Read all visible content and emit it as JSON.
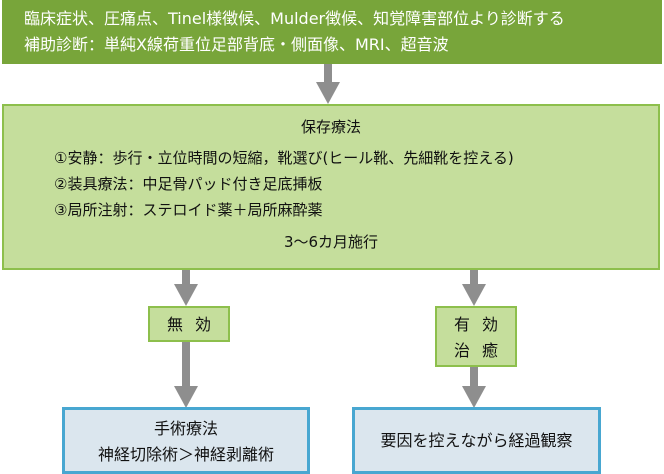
{
  "diagnosis": {
    "line1": "臨床症状、圧痛点、Tinel様徴候、Mulder徴候、知覚障害部位より診断する",
    "line2": "補助診断：単純X線荷重位足部背底・側面像、MRI、超音波"
  },
  "conservative": {
    "title": "保存療法",
    "items": [
      "①安静：歩行・立位時間の短縮，靴選び(ヒール靴、先細靴を控える)",
      "②装具療法：中足骨パッド付き足底挿板",
      "③局所注射：ステロイド薬＋局所麻酔薬"
    ],
    "duration": "3～6カ月施行"
  },
  "ineffective": {
    "label": "無効"
  },
  "effective": {
    "line1": "有効",
    "line2": "治癒"
  },
  "surgery": {
    "title": "手術療法",
    "detail": "神経切除術＞神経剥離術"
  },
  "observe": {
    "label": "要因を控えながら経過観察"
  }
}
